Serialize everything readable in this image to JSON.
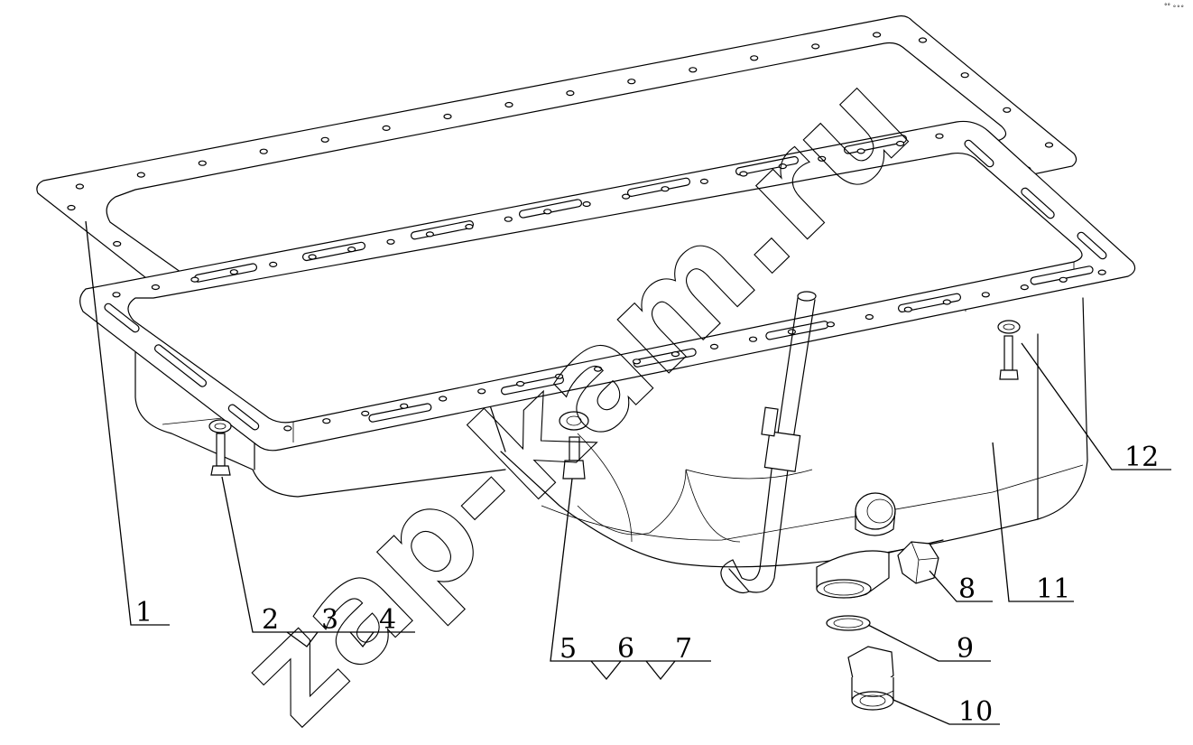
{
  "watermark": "zap-kam.ru",
  "corner_mark": "°° ∘∘∘",
  "callouts": [
    {
      "id": "1",
      "label": "1"
    },
    {
      "id": "2",
      "label": "2"
    },
    {
      "id": "3",
      "label": "3"
    },
    {
      "id": "4",
      "label": "4"
    },
    {
      "id": "5",
      "label": "5"
    },
    {
      "id": "6",
      "label": "6"
    },
    {
      "id": "7",
      "label": "7"
    },
    {
      "id": "8",
      "label": "8"
    },
    {
      "id": "9",
      "label": "9"
    },
    {
      "id": "10",
      "label": "10"
    },
    {
      "id": "11",
      "label": "11"
    },
    {
      "id": "12",
      "label": "12"
    }
  ]
}
